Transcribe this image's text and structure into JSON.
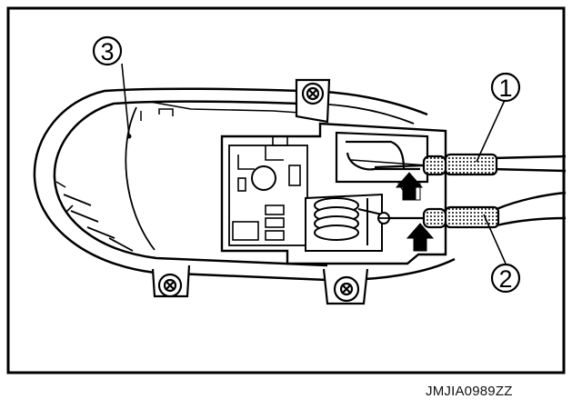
{
  "figure": {
    "reference_code": "JMJIA0989ZZ",
    "callouts": [
      {
        "number": "1",
        "part": "cable"
      },
      {
        "number": "2",
        "part": "cable"
      },
      {
        "number": "3",
        "part": "inside-handle"
      }
    ]
  }
}
